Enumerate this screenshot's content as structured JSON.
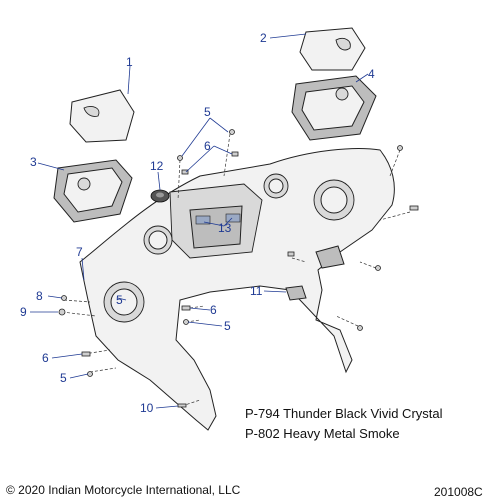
{
  "callouts": [
    {
      "id": "c1",
      "label": "1"
    },
    {
      "id": "c2",
      "label": "2"
    },
    {
      "id": "c3",
      "label": "3"
    },
    {
      "id": "c4",
      "label": "4"
    },
    {
      "id": "c5a",
      "label": "5"
    },
    {
      "id": "c5b",
      "label": "5"
    },
    {
      "id": "c5c",
      "label": "5"
    },
    {
      "id": "c5d",
      "label": "5"
    },
    {
      "id": "c6a",
      "label": "6"
    },
    {
      "id": "c6b",
      "label": "6"
    },
    {
      "id": "c6c",
      "label": "6"
    },
    {
      "id": "c7",
      "label": "7"
    },
    {
      "id": "c8",
      "label": "8"
    },
    {
      "id": "c9",
      "label": "9"
    },
    {
      "id": "c10",
      "label": "10"
    },
    {
      "id": "c11",
      "label": "11"
    },
    {
      "id": "c12",
      "label": "12"
    },
    {
      "id": "c13",
      "label": "13"
    }
  ],
  "color_notes": [
    "P-794 Thunder Black Vivid Crystal",
    "P-802 Heavy Metal Smoke"
  ],
  "copyright": "© 2020 Indian Motorcycle International, LLC",
  "drawing_number": "201008C"
}
